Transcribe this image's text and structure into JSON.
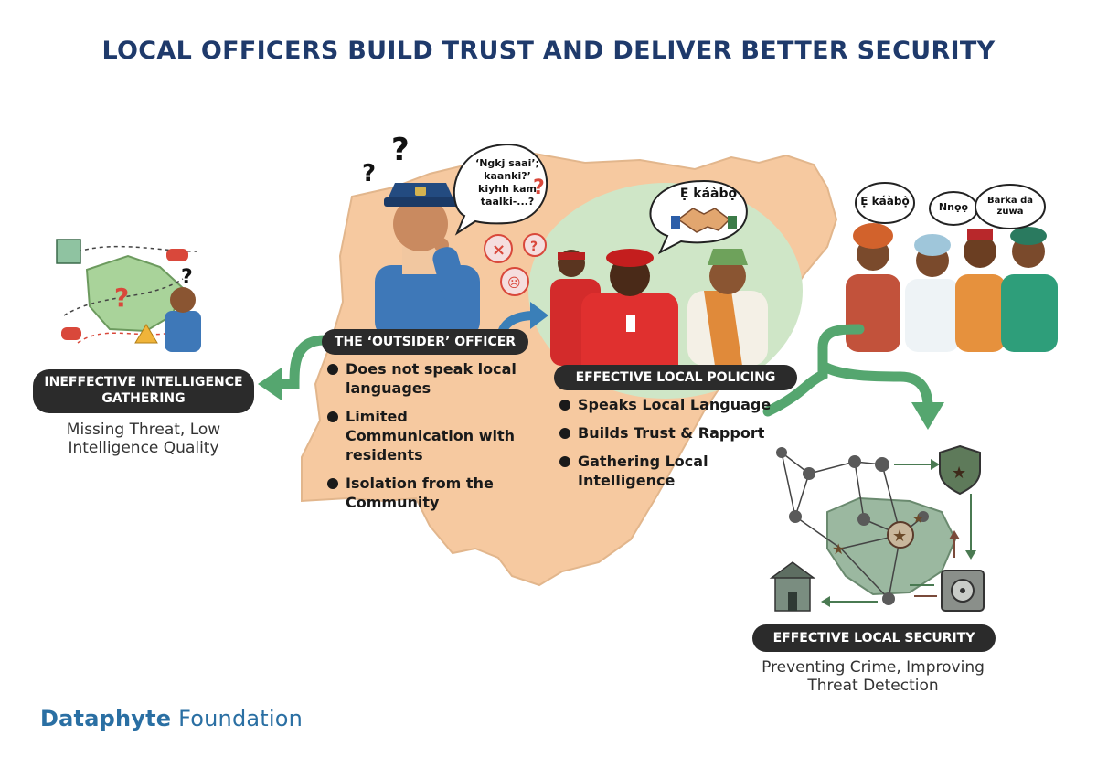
{
  "title": "LOCAL OFFICERS BUILD TRUST AND DELIVER BETTER SECURITY",
  "speech": {
    "outsider_lines": [
      "‘Ngkj saai’;",
      "kaanki?’",
      "kiyhh kam",
      "taalki-...?"
    ],
    "handshake": "Ẹ káàbọ̀",
    "community_1": "Ẹ káàbọ̀",
    "community_2": "Nnọọ",
    "community_3_line1": "Barka da",
    "community_3_line2": "zuwa"
  },
  "outsider": {
    "label": "THE ‘OUTSIDER’ OFFICER",
    "bullets": [
      "Does not speak local languages",
      "Limited Communication with residents",
      "Isolation from the Community"
    ]
  },
  "local_policing": {
    "label": "EFFECTIVE LOCAL POLICING",
    "bullets": [
      "Speaks Local Language",
      "Builds Trust & Rapport",
      "Gathering Local Intelligence"
    ]
  },
  "ineffective": {
    "label_line1": "INEFFECTIVE INTELLIGENCE",
    "label_line2": "GATHERING",
    "caption_line1": "Missing Threat, Low",
    "caption_line2": "Intelligence Quality"
  },
  "effective_security": {
    "label": "EFFECTIVE LOCAL SECURITY",
    "caption_line1": "Preventing Crime, Improving",
    "caption_line2": "Threat Detection"
  },
  "brand": {
    "part1": "Dataphyte",
    "part2": "Foundation"
  },
  "colors": {
    "title": "#1f3a6b",
    "map_fill": "#f6c9a0",
    "arrow_green": "#55a66f",
    "green_circle": "#cfe6c7",
    "pill": "#2b2b2b",
    "brand": "#2a6fa3",
    "question_red": "#d9483b"
  }
}
